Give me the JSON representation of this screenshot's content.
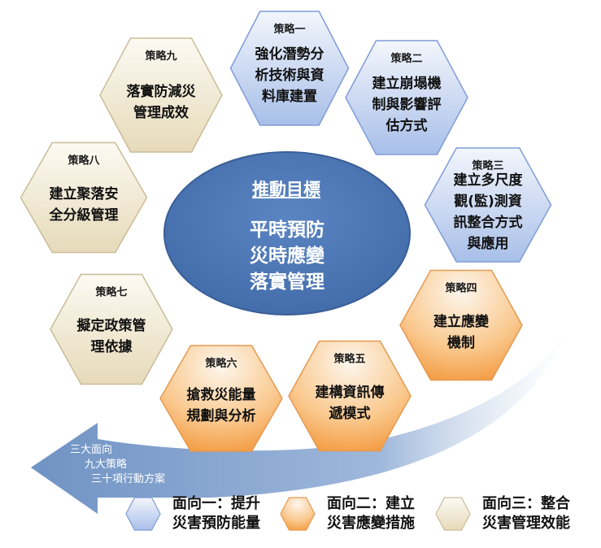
{
  "center": {
    "title": "推動目標",
    "lines": [
      "平時預防",
      "災時應變",
      "落實管理"
    ]
  },
  "arrow": {
    "lines": [
      "三大面向",
      "九大策略",
      "三十項行動方案"
    ]
  },
  "strategies": [
    {
      "tag": "策略一",
      "lines": [
        "強化潛勢分",
        "析技術與資",
        "料庫建置"
      ],
      "group": 1
    },
    {
      "tag": "策略二",
      "lines": [
        "建立崩塌機",
        "制與影響評",
        "估方式"
      ],
      "group": 1
    },
    {
      "tag": "策略三",
      "lines": [
        "建立多尺度",
        "觀(監)測資",
        "訊整合方式",
        "與應用"
      ],
      "group": 1
    },
    {
      "tag": "策略四",
      "lines": [
        "建立應變",
        "機制"
      ],
      "group": 2
    },
    {
      "tag": "策略五",
      "lines": [
        "建構資訊傳",
        "遞模式"
      ],
      "group": 2
    },
    {
      "tag": "策略六",
      "lines": [
        "搶救災能量",
        "規劃與分析"
      ],
      "group": 2
    },
    {
      "tag": "策略七",
      "lines": [
        "擬定政策管",
        "理依據"
      ],
      "group": 3
    },
    {
      "tag": "策略八",
      "lines": [
        "建立聚落安",
        "全分級管理"
      ],
      "group": 3
    },
    {
      "tag": "策略九",
      "lines": [
        "落實防減災",
        "管理成效"
      ],
      "group": 3
    }
  ],
  "legend": [
    {
      "group": 1,
      "lines": [
        "面向一：提升",
        "災害預防能量"
      ]
    },
    {
      "group": 2,
      "lines": [
        "面向二：建立",
        "災害應變措施"
      ]
    },
    {
      "group": 3,
      "lines": [
        "面向三：整合",
        "災害管理效能"
      ]
    }
  ],
  "colors": {
    "group1": {
      "light": "#eef2fb",
      "dark": "#9db6e6",
      "stroke": "#7f9cd6"
    },
    "group2": {
      "light": "#fdf2e2",
      "dark": "#f6a24e",
      "stroke": "#e39a52"
    },
    "group3": {
      "light": "#fbf8ef",
      "dark": "#e7dcbf",
      "stroke": "#c9bc97"
    },
    "ellipse": "#4f79b6",
    "ellipse_stroke": "#3d6298",
    "arrow": "#7ea0cd"
  }
}
